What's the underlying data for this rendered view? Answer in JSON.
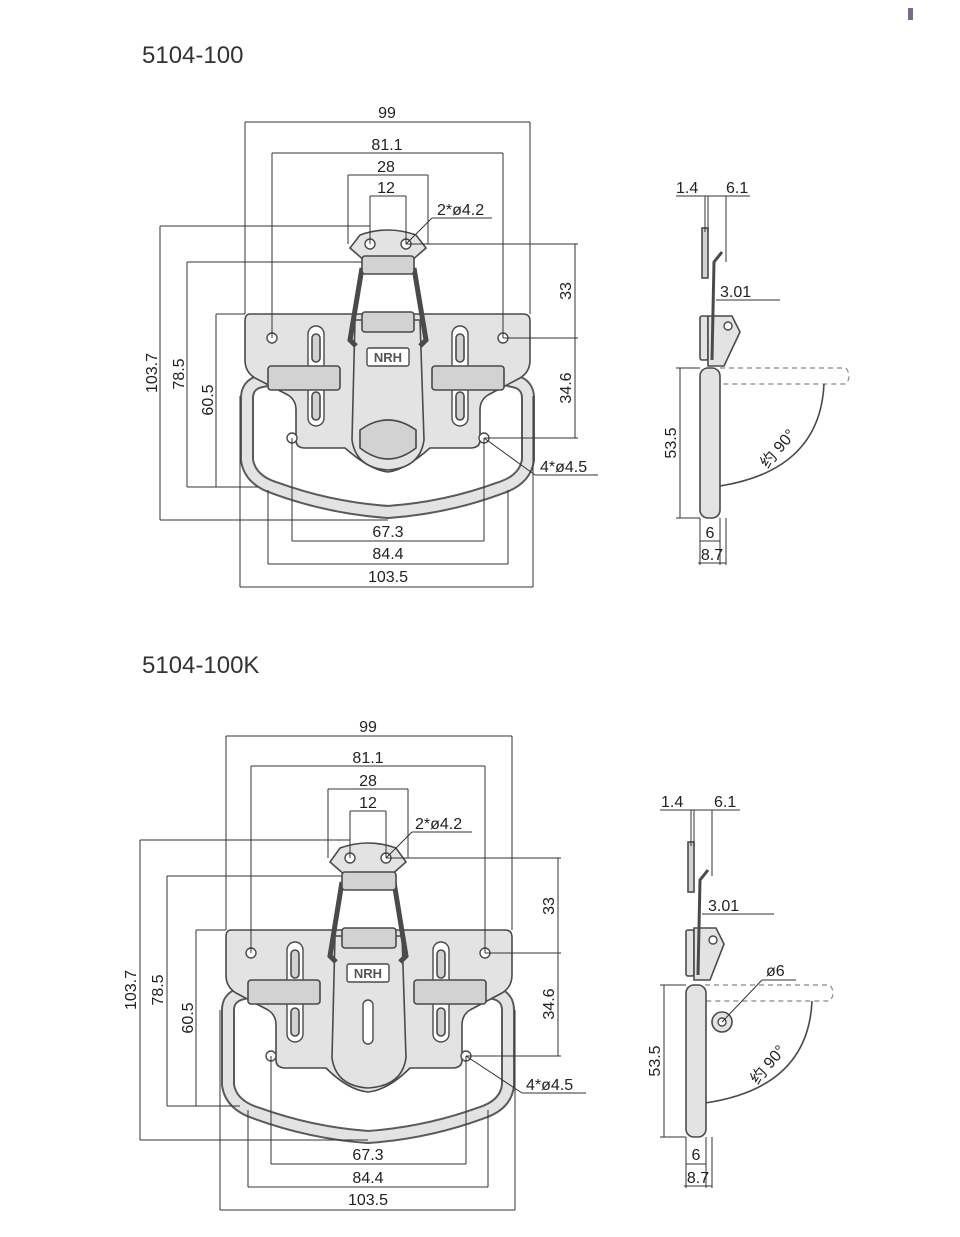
{
  "drawings": [
    {
      "title": "5104-100",
      "front_dims": {
        "top_99": "99",
        "top_81_1": "81.1",
        "top_28": "28",
        "top_12": "12",
        "holes_top": "2*ø4.2",
        "left_103_7": "103.7",
        "left_78_5": "78.5",
        "left_60_5": "60.5",
        "right_33": "33",
        "right_34_6": "34.6",
        "holes_bottom": "4*ø4.5",
        "bottom_67_3": "67.3",
        "bottom_84_4": "84.4",
        "bottom_103_5": "103.5"
      },
      "side_dims": {
        "t1": "1.4",
        "t2": "6.1",
        "t3": "3.01",
        "height": "53.5",
        "b1": "6",
        "b2": "8.7",
        "angle": "约 90°",
        "pin": ""
      },
      "logo": "NRH"
    },
    {
      "title": "5104-100K",
      "front_dims": {
        "top_99": "99",
        "top_81_1": "81.1",
        "top_28": "28",
        "top_12": "12",
        "holes_top": "2*ø4.2",
        "left_103_7": "103.7",
        "left_78_5": "78.5",
        "left_60_5": "60.5",
        "right_33": "33",
        "right_34_6": "34.6",
        "holes_bottom": "4*ø4.5",
        "bottom_67_3": "67.3",
        "bottom_84_4": "84.4",
        "bottom_103_5": "103.5"
      },
      "side_dims": {
        "t1": "1.4",
        "t2": "6.1",
        "t3": "3.01",
        "height": "53.5",
        "b1": "6",
        "b2": "8.7",
        "angle": "约 90°",
        "pin": "ø6"
      },
      "logo": "NRH"
    }
  ],
  "colors": {
    "metal": "#e3e3e3",
    "outline": "#4a4a4a",
    "marker": "#7a6a85"
  }
}
